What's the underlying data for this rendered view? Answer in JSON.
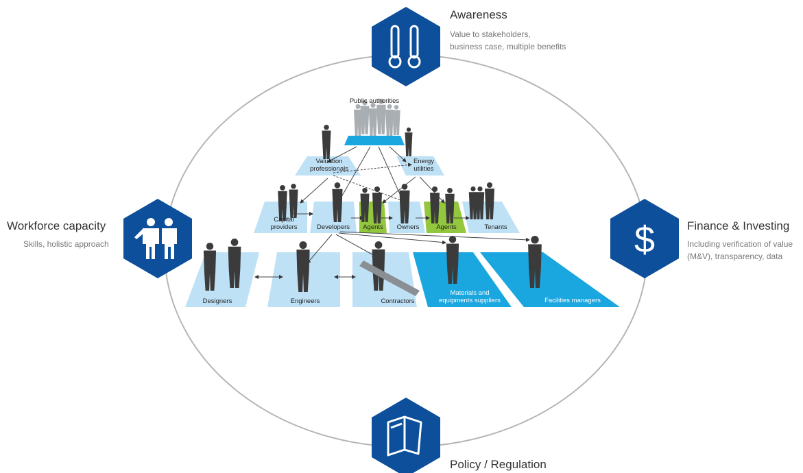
{
  "colors": {
    "hex_fill": "#0d4f9a",
    "platform_light": "#bfe1f6",
    "platform_blue": "#1aa6df",
    "platform_green": "#93c83e",
    "figure": "#3b3b3b",
    "figure_light": "#a9aeb3",
    "ellipse": "#b5b5b5"
  },
  "pillars": {
    "awareness": {
      "title": "Awareness",
      "desc_line1": "Value to stakeholders,",
      "desc_line2": "business case, multiple benefits",
      "icon": "thermometer-icon"
    },
    "workforce": {
      "title": "Workforce capacity",
      "desc_line1": "Skills, holistic approach",
      "icon": "people-icon"
    },
    "finance": {
      "title": "Finance & Investing",
      "desc_line1": "Including verification of value",
      "desc_line2": "(M&V), transparency, data",
      "icon": "dollar-icon"
    },
    "policy": {
      "title": "Policy / Regulation",
      "icon": "book-icon"
    }
  },
  "actors": {
    "public_authorities": "Public authorities",
    "valuation_line1": "Valuation",
    "valuation_line2": "professionals",
    "energy_line1": "Energy",
    "energy_line2": "utilities",
    "capital_line1": "Capital",
    "capital_line2": "providers",
    "developers": "Developers",
    "agents_1": "Agents",
    "owners": "Owners",
    "agents_2": "Agents",
    "tenants": "Tenants",
    "designers": "Designers",
    "engineers": "Engineers",
    "contractors": "Contractors",
    "materials_line1": "Materials and",
    "materials_line2": "equipments suppliers",
    "facilities": "Facilities managers"
  }
}
